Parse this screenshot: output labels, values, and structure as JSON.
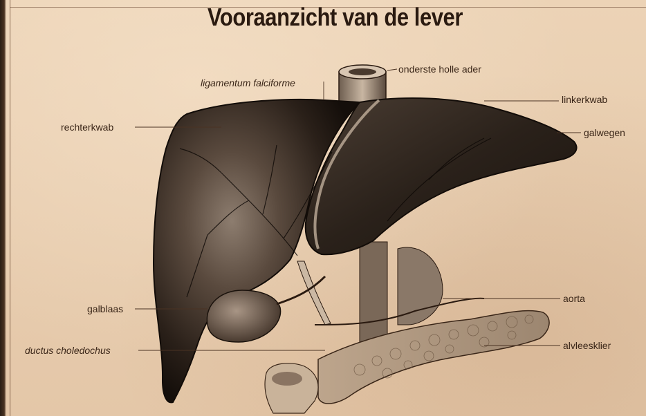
{
  "title": "Vooraanzicht van de lever",
  "labels": {
    "vena_cava": "onderste holle ader",
    "ligament": "ligamentum falciforme",
    "left_lobe": "linkerkwab",
    "right_lobe": "rechterkwab",
    "bile_ducts": "galwegen",
    "gallbladder": "galblaas",
    "aorta": "aorta",
    "common_bile_duct": "ductus choledochus",
    "pancreas": "alvleesklier"
  },
  "colors": {
    "paper": "#e7cdb0",
    "ink": "#2a1a10",
    "liver_dark": "#1e1610",
    "liver_light": "#8a7a6c"
  }
}
